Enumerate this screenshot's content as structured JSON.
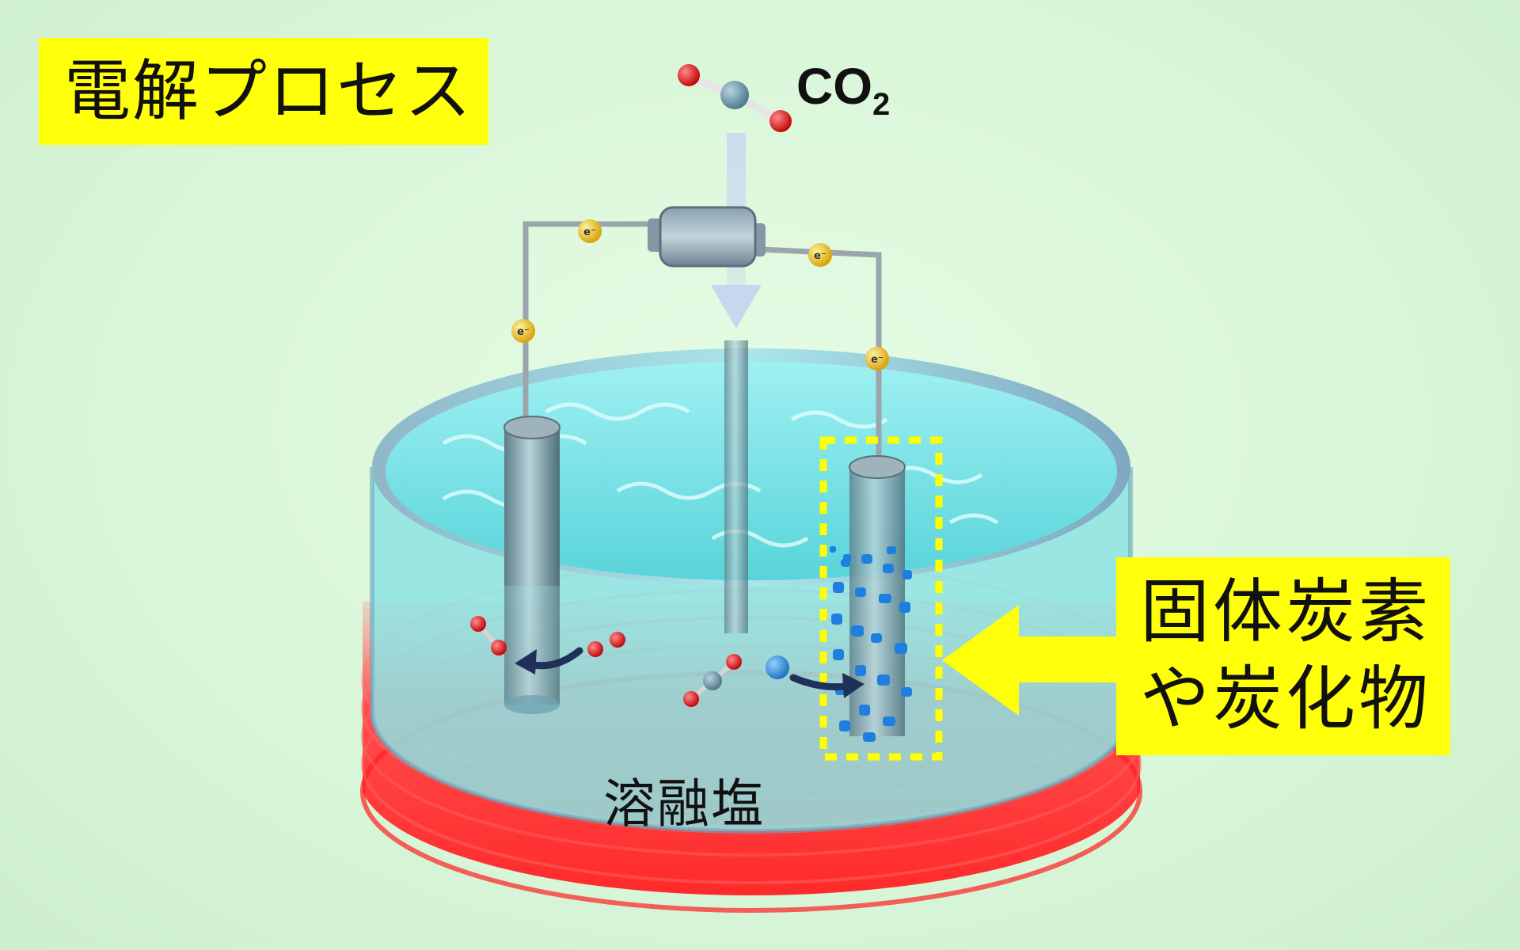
{
  "title": "電解プロセス",
  "co2_label": {
    "base": "CO",
    "subscript": "2"
  },
  "molten_salt_label": "溶融塩",
  "product_label": {
    "line1": "固体炭素",
    "line2": "や炭化物"
  },
  "electron_label": "e⁻",
  "colors": {
    "background": "#dcf7da",
    "label_box": "#ffff0a",
    "electrolyte": "#7fe3e6",
    "heater": "#ff3b3b",
    "oxygen_atom": "#e01818",
    "carbon_atom": "#5b8aa0",
    "electron": "#f0c419",
    "carbon_deposit": "#1e7fe0",
    "arrow": "#1f3158",
    "highlight_dashed": "#ffff00"
  },
  "icons": [
    "co2-molecule-icon",
    "power-supply-icon",
    "electron-icon",
    "anode-icon",
    "cathode-icon",
    "carbon-deposit-icon",
    "oxygen-molecule-icon",
    "carbonate-ion-icon",
    "heater-rings-icon",
    "pointer-arrow-icon"
  ]
}
